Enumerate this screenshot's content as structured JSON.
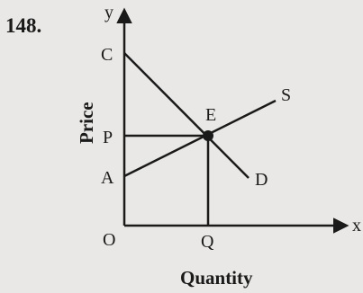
{
  "question_number": "148.",
  "axes": {
    "y_label": "y",
    "x_label": "x",
    "origin_label": "O",
    "y_title": "Price",
    "x_title": "Quantity"
  },
  "points": {
    "C": "C",
    "P": "P",
    "A": "A",
    "E": "E",
    "Q": "Q"
  },
  "curves": {
    "supply": "S",
    "demand": "D"
  },
  "colors": {
    "background": "#e9e8e6",
    "ink": "#1a1a1a"
  }
}
